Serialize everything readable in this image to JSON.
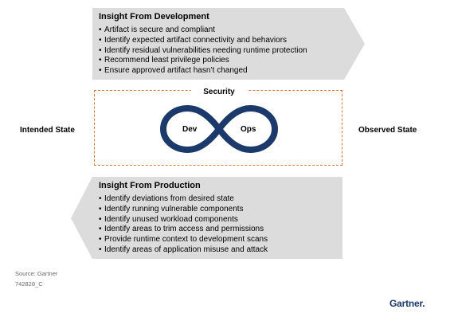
{
  "diagram": {
    "dev_panel": {
      "title": "Insight From Development",
      "items": [
        "Artifact is secure and compliant",
        "Identify expected artifact connectivity and behaviors",
        "Identify residual vulnerabilities needing runtime protection",
        "Recommend least privilege policies",
        "Ensure approved artifact hasn’t changed"
      ]
    },
    "security": {
      "label": "Security",
      "left_loop": "Dev",
      "right_loop": "Ops"
    },
    "intended_state": "Intended State",
    "observed_state": "Observed State",
    "prod_panel": {
      "title": "Insight From Production",
      "items": [
        "Identify deviations from desired state",
        "Identify running vulnerable components",
        "Identify unused workload components",
        "Identify areas to trim access and permissions",
        "Provide runtime context to development scans",
        "Identify areas of application misuse and attack"
      ]
    }
  },
  "footer": {
    "source": "Source: Gartner",
    "code": "742828_C"
  },
  "brand": {
    "logo": "Gartner"
  },
  "colors": {
    "arrow_fill": "#dcdcdc",
    "infinity_stroke": "#1b3a6b",
    "dashed_border": "#e0783c",
    "source_text": "#6b6b6b"
  }
}
